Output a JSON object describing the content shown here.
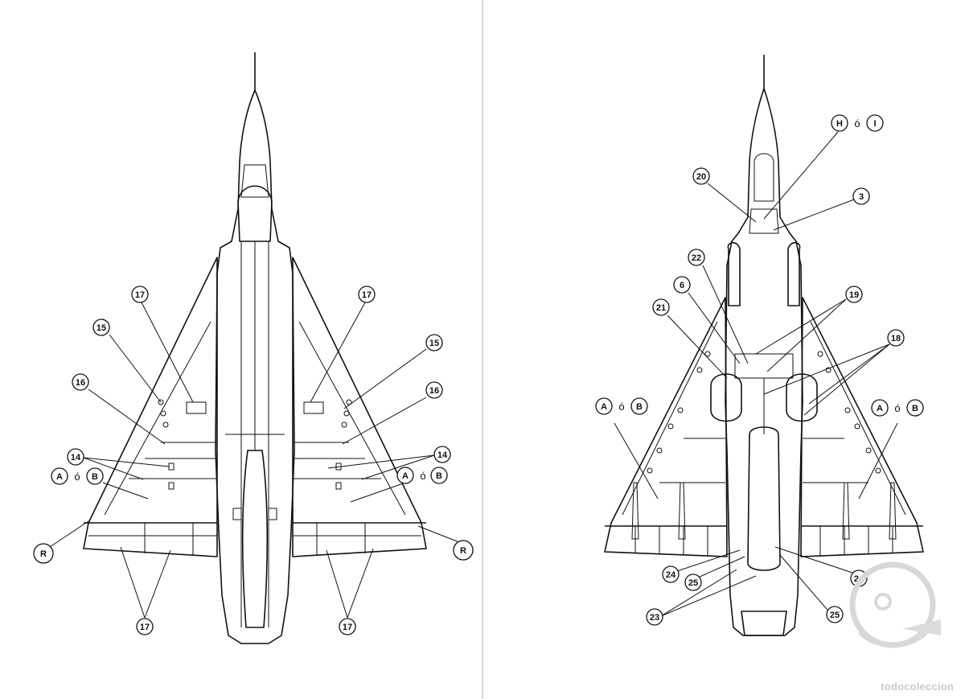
{
  "separator": true,
  "connector_word": "ó",
  "left_view": {
    "labels": {
      "l17a": "17",
      "l17b": "17",
      "l15a": "15",
      "l15b": "15",
      "l16a": "16",
      "l16b": "16",
      "l14a": "14",
      "l14b": "14",
      "lAa": "A",
      "lBa": "B",
      "lAb": "A",
      "lBb": "B",
      "lRa": "R",
      "lRb": "R",
      "l17c": "17",
      "l17d": "17"
    }
  },
  "right_view": {
    "labels": {
      "rH": "H",
      "rI": "I",
      "r20": "20",
      "r3": "3",
      "r22": "22",
      "r6": "6",
      "r21": "21",
      "r19": "19",
      "r18": "18",
      "rAa": "A",
      "rBa": "B",
      "rAb": "A",
      "rBb": "B",
      "r24a": "24",
      "r25a": "25",
      "r23": "23",
      "r24b": "24",
      "r25b": "25"
    }
  },
  "watermark": {
    "text": "todocoleccion"
  },
  "colors": {
    "ink": "#111111",
    "paper": "#ffffff",
    "watermark": "#c9c9c9"
  }
}
